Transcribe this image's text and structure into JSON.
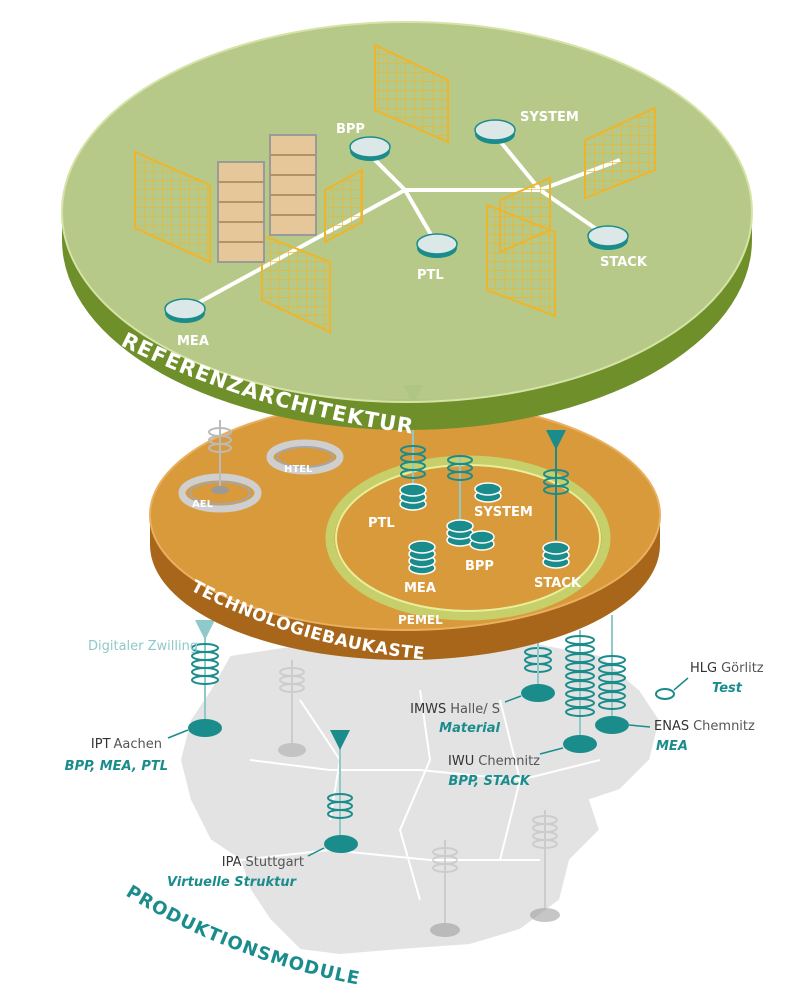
{
  "reference": {
    "title": "REFERENZARCHITEKTUR",
    "nodes": {
      "bpp": "BPP",
      "system": "SYSTEM",
      "ptl": "PTL",
      "stack": "STACK",
      "mea": "MEA"
    }
  },
  "toolkit": {
    "title": "TECHNOLOGIEBAUKASTEN",
    "ael": "AEL",
    "htel": "HTEL",
    "pemel": "PEMEL",
    "nodes": {
      "ptl": "PTL",
      "system": "SYSTEM",
      "mea": "MEA",
      "bpp": "BPP",
      "stack": "STACK"
    }
  },
  "production": {
    "title": "PRODUKTIONSMODULE",
    "digital_twin": "Digitaler Zwilling",
    "sites": {
      "ipt": {
        "inst": "IPT",
        "city": "Aachen",
        "role": "BPP, MEA, PTL"
      },
      "imws": {
        "inst": "IMWS",
        "city": "Halle/ S",
        "role": "Material"
      },
      "hlg": {
        "inst": "HLG",
        "city": "Görlitz",
        "role": "Test"
      },
      "enas": {
        "inst": "ENAS",
        "city": "Chemnitz",
        "role": "MEA"
      },
      "iwu": {
        "inst": "IWU",
        "city": "Chemnitz",
        "role": "BPP, STACK"
      },
      "ipa": {
        "inst": "IPA",
        "city": "Stuttgart",
        "role": "Virtuelle Struktur"
      }
    }
  },
  "colors": {
    "green_dark": "#6f8f2a",
    "green_top": "#a7be6e",
    "orange": "#d89a3a",
    "orange_dark": "#a8661b",
    "teal": "#1b8c8c",
    "map": "#e3e3e3",
    "fence": "#f0b429"
  }
}
